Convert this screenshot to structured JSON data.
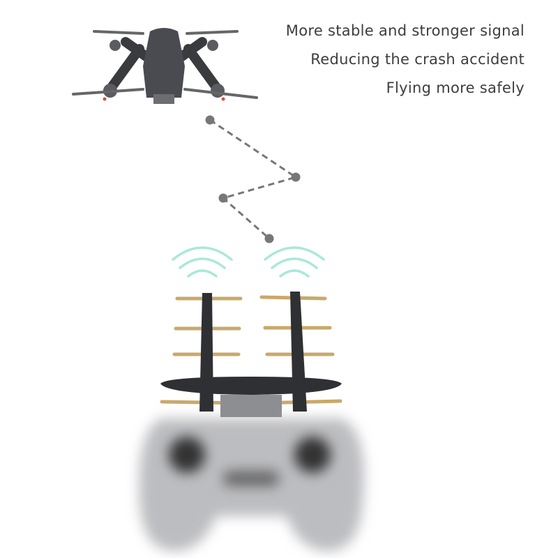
{
  "taglines": [
    "More stable and stronger signal",
    "Reducing the crash accident",
    "Flying more safely"
  ],
  "colors": {
    "text": "#3d3d3d",
    "signal_waves": "#a9e8da",
    "dashed_path": "#777777",
    "antenna_rods": "#c8a96a",
    "antenna_body": "#2f3033",
    "controller": "#b9babd"
  },
  "icons": [
    "drone-image",
    "signal-wave-icon",
    "antenna-booster-image",
    "remote-controller-image"
  ]
}
